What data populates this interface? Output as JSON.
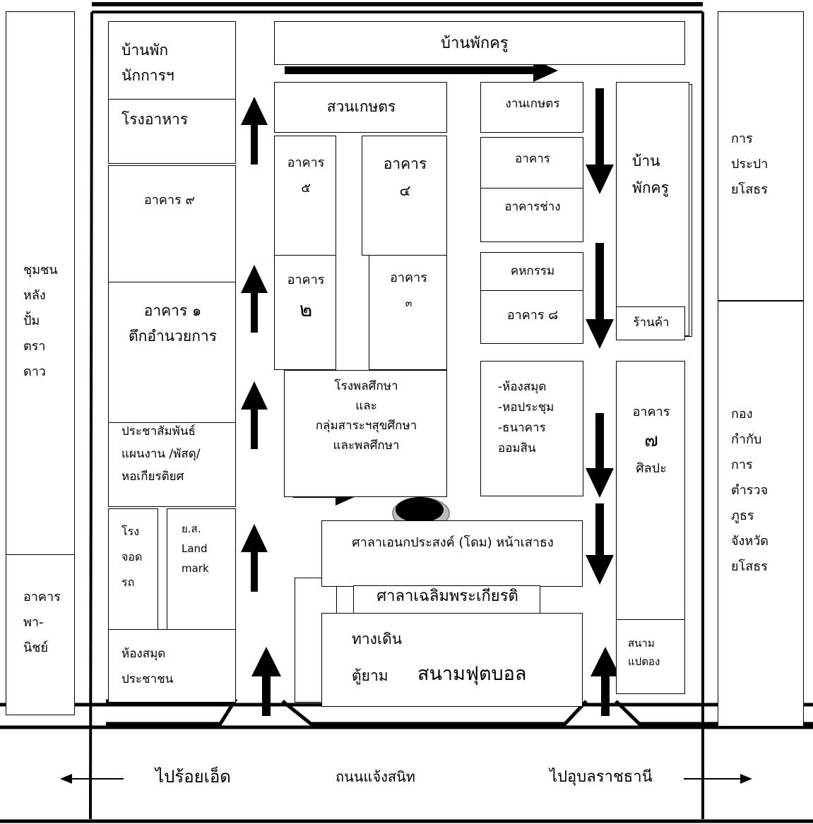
{
  "left_side": {
    "community": [
      "ชุมชน",
      "หลัง",
      "ปั้ม",
      "ตรา",
      "ดาว"
    ],
    "commerce_building": [
      "อาคาร",
      "พา-",
      "นิชย์"
    ]
  },
  "right_side": {
    "water_authority": [
      "การ",
      "ประปา",
      "ยโสธร"
    ],
    "police": [
      "กอง",
      "กำกับ",
      "การ",
      "ตำรวจ",
      "ภูธร",
      "จังหวัด",
      "ยโสธร"
    ]
  },
  "buildings": {
    "staff_house_top": [
      "บ้านพัก",
      "นักการฯ"
    ],
    "canteen": "โรงอาหาร",
    "building9": "อาคาร ๙",
    "building1": [
      "อาคาร ๑",
      "ตึกอำนวยการ"
    ],
    "pr_office": [
      "ประชาสัมพันธ์",
      "แผนงาน /พัสดุ/",
      "หอเกียรติยศ"
    ],
    "parking": [
      "โรง",
      "จอด",
      "รถ"
    ],
    "ys_landmark": [
      "ย.ส.",
      "Land",
      "mark"
    ],
    "public_library": [
      "ห้องสมุด",
      "ประชาชน"
    ],
    "teacher_house_top": "บ้านพักครู",
    "garden": "สวนเกษตร",
    "building5": [
      "อาคาร",
      "๕"
    ],
    "building4": [
      "อาคาร",
      "๔"
    ],
    "building2": [
      "อาคาร",
      "๒"
    ],
    "building3": [
      "อาคาร",
      "๓"
    ],
    "gym": [
      "โรงพลศึกษา",
      "และ",
      "กลุ่มสาระฯสุขศึกษา",
      "และพลศึกษา"
    ],
    "agriculture": "งานเกษตร",
    "building_plain": "อาคาร",
    "workshop": "อาคารช่าง",
    "home_ec": "คหกรรม",
    "building8": "อาคาร ๘",
    "library_hall": [
      "-ห้องสมุด",
      "-หอประชุม",
      "-ธนาคาร",
      "ออมสิน"
    ],
    "teacher_house_right": [
      "บ้าน",
      "พักครู"
    ],
    "shop": "ร้านค้า",
    "building7": [
      "อาคาร",
      "๗",
      "ศิลปะ"
    ],
    "takraw_court": [
      "สนาม",
      "แปตอง"
    ],
    "dome_hall": "ศาลาเอนกประสงค์ (โดม) หน้าเสาธง",
    "pavilion": "ศาลาเฉลิมพระเกียรติ",
    "walkway": "ทางเดิน",
    "guard_booth": "ตู้ยาม",
    "football_field": "สนามฟุตบอล"
  },
  "road": {
    "left_direction": "ไปร้อยเอ็ด",
    "name": "ถนนแจ้งสนิท",
    "right_direction": "ไปอุบลราชธานี"
  }
}
